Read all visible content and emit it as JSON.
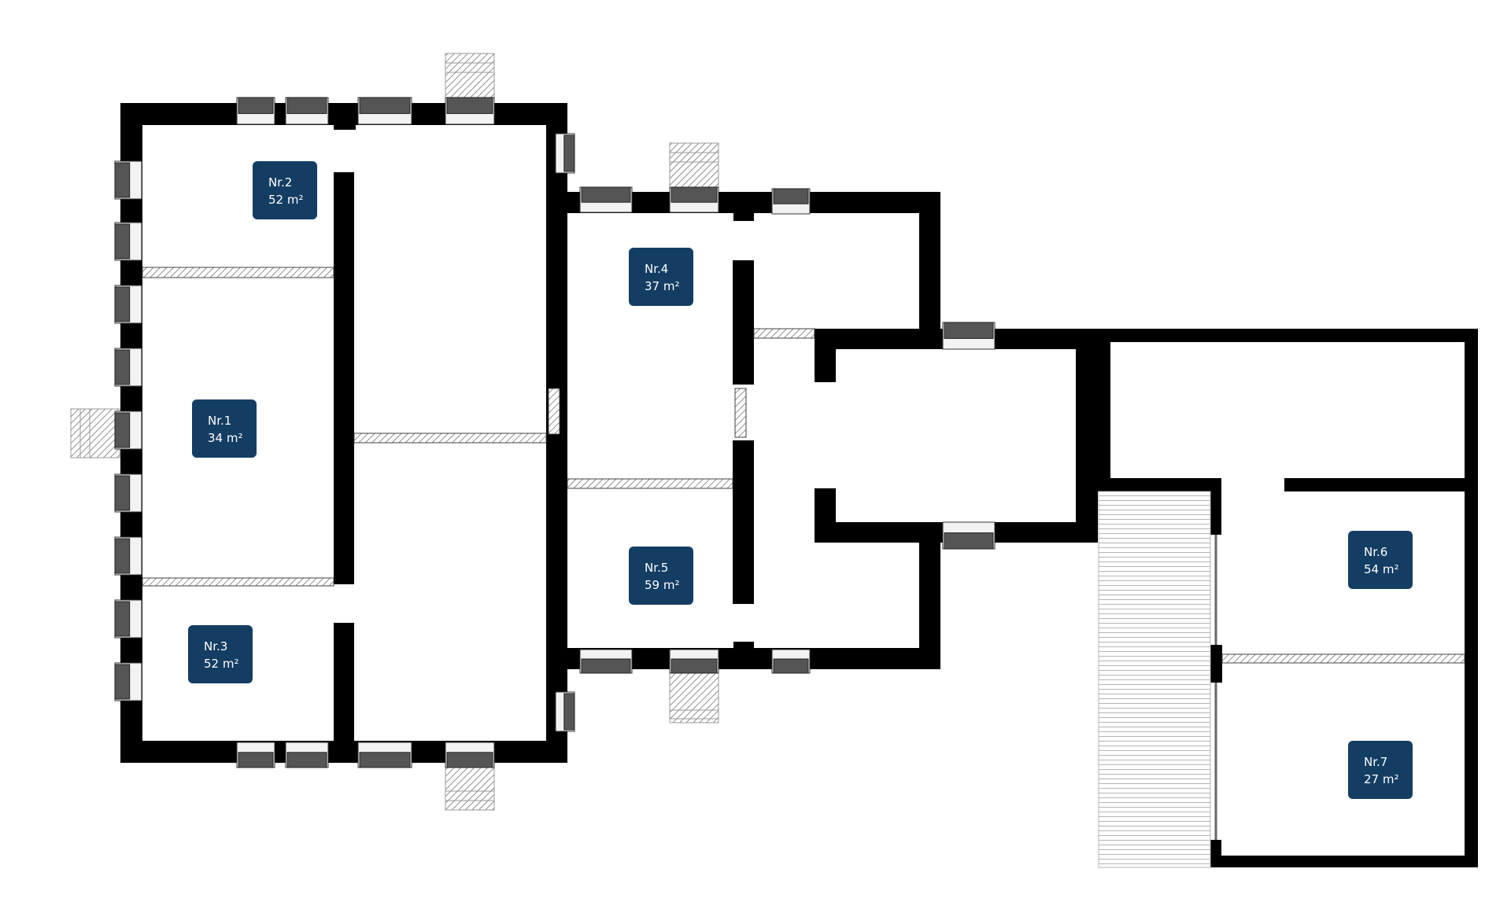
{
  "colors": {
    "wall": "#000000",
    "window_frame": "#555555",
    "window_glass": "#f2f2f2",
    "door_hatch": "#6a6a6a",
    "stairs": "#cfcfcf",
    "label_bg": "#143d63",
    "label_text": "#ffffff"
  },
  "rooms": [
    {
      "number": "Nr.1",
      "area": "34 m²"
    },
    {
      "number": "Nr.2",
      "area": "52 m²"
    },
    {
      "number": "Nr.3",
      "area": "52 m²"
    },
    {
      "number": "Nr.4",
      "area": "37 m²"
    },
    {
      "number": "Nr.5",
      "area": "59 m²"
    },
    {
      "number": "Nr.6",
      "area": "54 m²"
    },
    {
      "number": "Nr.7",
      "area": "27 m²"
    }
  ]
}
